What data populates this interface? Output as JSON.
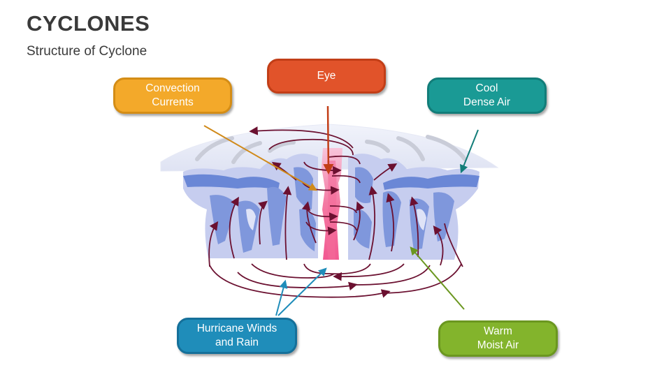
{
  "header": {
    "title": "CYCLONES",
    "subtitle": "Structure of Cyclone"
  },
  "labels": {
    "convection": "Convection\nCurrents",
    "eye": "Eye",
    "cool_air": "Cool\nDense Air",
    "hurricane": "Hurricane Winds\nand Rain",
    "warm_air": "Warm\nMoist Air"
  },
  "colors": {
    "convection": "#f3a92a",
    "eye": "#e1532a",
    "cool_air": "#1a9a95",
    "hurricane": "#1f8dba",
    "warm_air": "#83b42c",
    "cloud_light": "#c6cdef",
    "cloud_dark": "#6a87d6",
    "eye_wall": "#f47aa3",
    "wind_arrow": "#6b1030"
  }
}
